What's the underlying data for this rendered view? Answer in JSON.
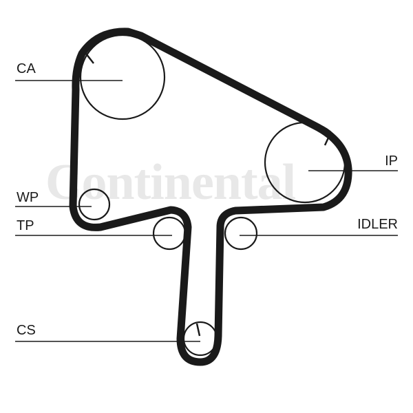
{
  "watermark": {
    "text": "Continental",
    "color": "#e8e8e8"
  },
  "labels": {
    "ca": "CA",
    "ip": "IP",
    "wp": "WP",
    "tp": "TP",
    "idler": "IDLER",
    "cs": "CS"
  },
  "colors": {
    "belt": "#1a1a1a",
    "lines": "#1a1a1a",
    "background": "#ffffff"
  }
}
